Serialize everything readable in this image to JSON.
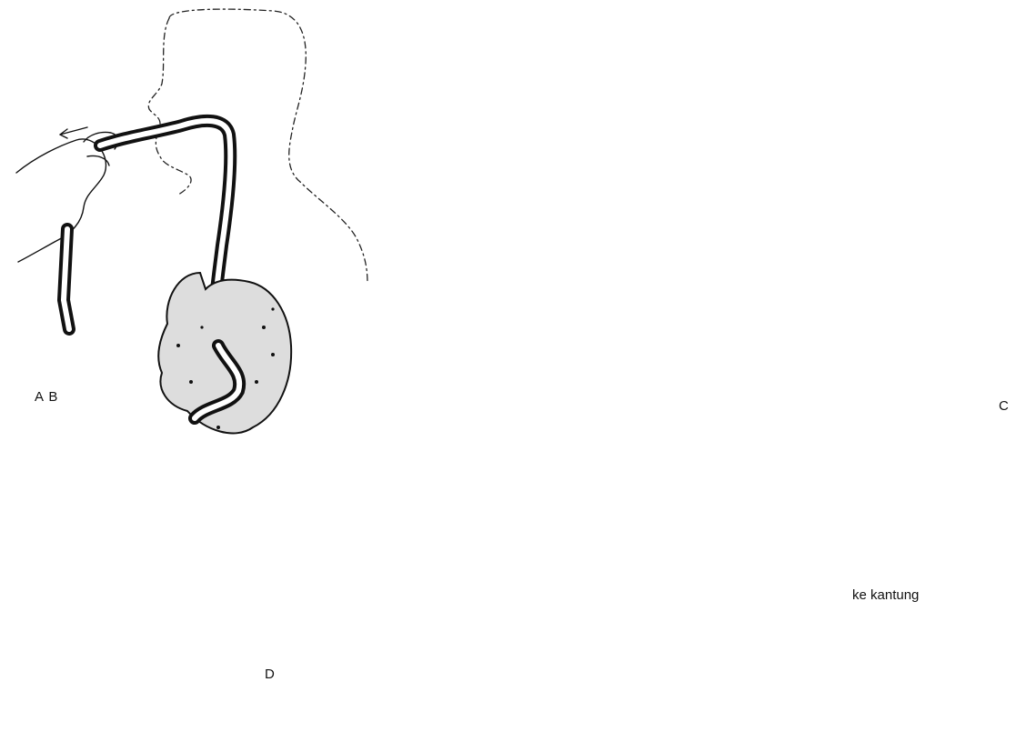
{
  "panels": {
    "ab": {
      "label": "A B"
    },
    "c": {
      "label": "C"
    },
    "d": {
      "label": "D"
    },
    "nasal": {
      "annotation": "ke kantung"
    }
  },
  "colors": {
    "ink": "#111111",
    "paper": "#ffffff",
    "shade": "#dddddd"
  }
}
